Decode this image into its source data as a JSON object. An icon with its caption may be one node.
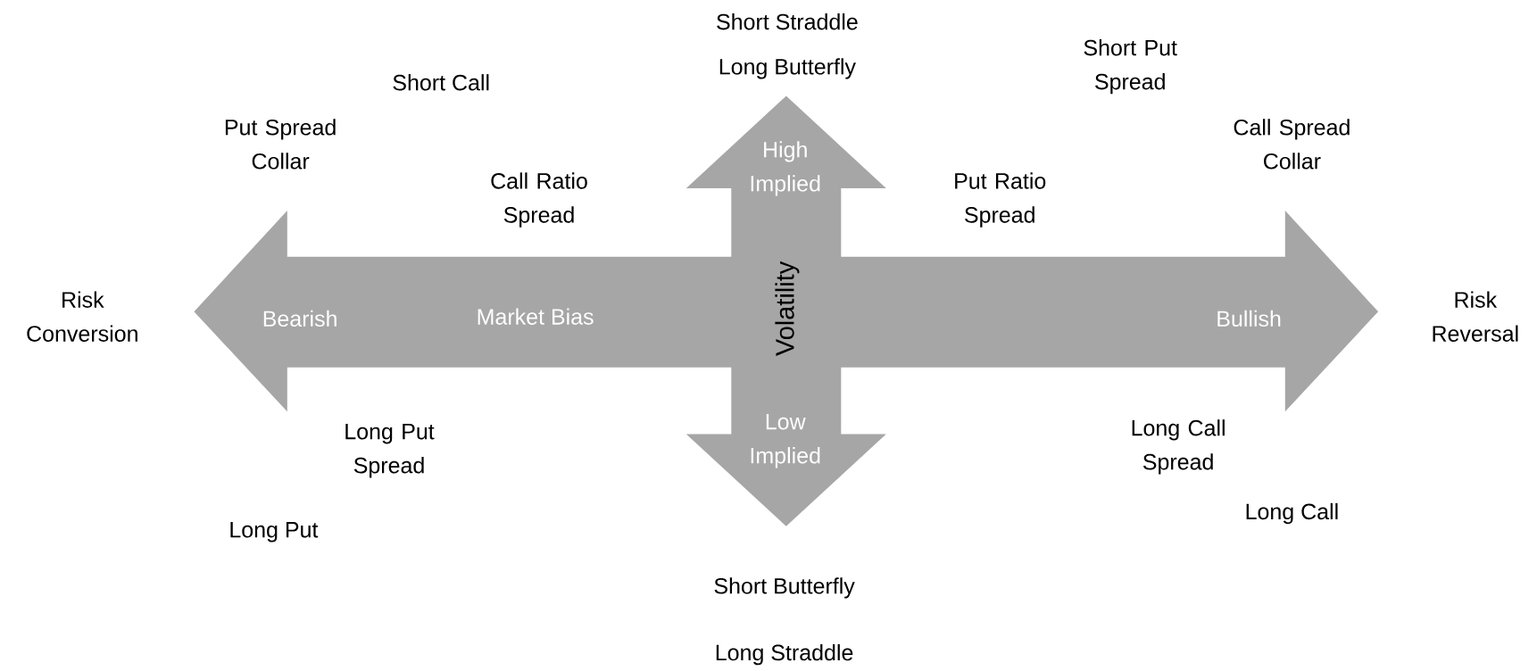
{
  "diagram": {
    "nodes": [
      {
        "text": [
          "Bearish",
          "Market Bias",
          "Bullish"
        ]
      },
      {
        "text": [
          "High Implied",
          "Volatility",
          "Low Implied"
        ]
      }
    ],
    "labels": [
      "Short Straddle",
      "Short Put Spread",
      "Long Butterfly",
      "Short Call",
      "Put Spread Collar",
      "Call Spread Collar",
      "Call Ratio Spread",
      "Put Ratio Spread",
      "Risk Conversion",
      "Risk Reversal",
      "Long Put Spread",
      "Long Call Spread",
      "Long Call",
      "Long Put",
      "Short Butterfly",
      "Long Straddle"
    ]
  }
}
